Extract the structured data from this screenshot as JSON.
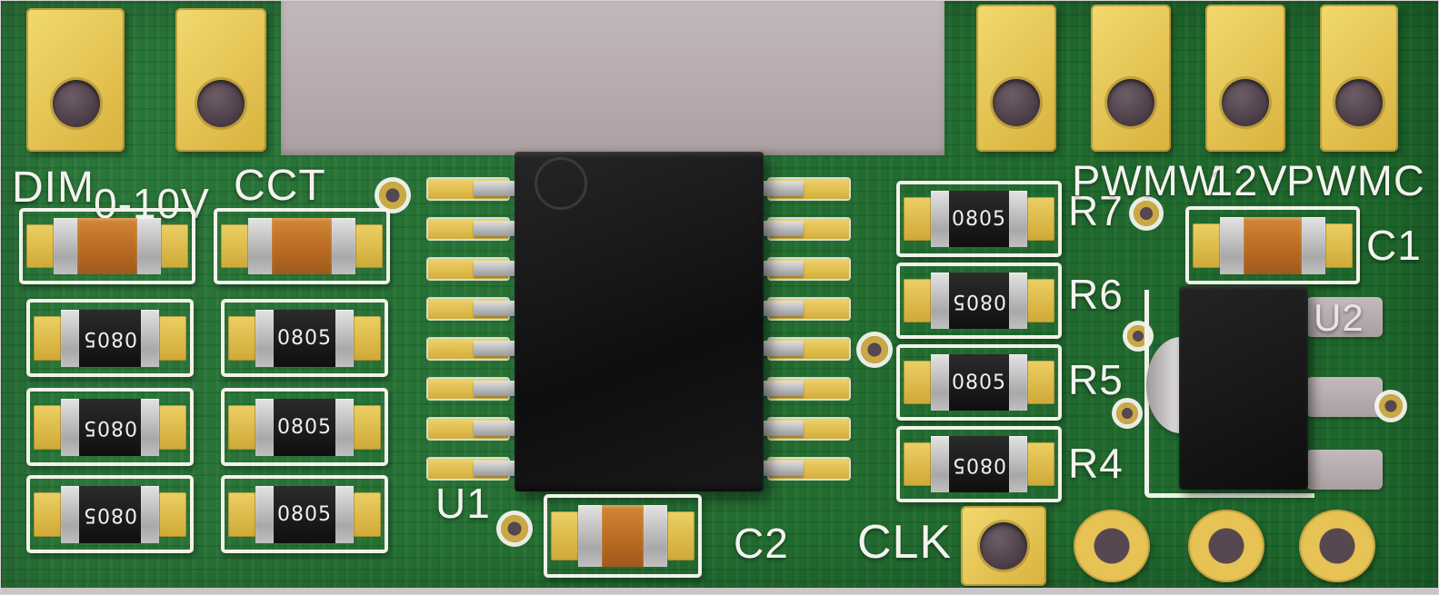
{
  "colors": {
    "background": "#b8aeb0",
    "board_green": "#1e6f2e",
    "pad_gold": "#e7c355",
    "silkscreen_white": "#f2f1ea",
    "component_black": "#141414",
    "capacitor_orange": "#bf7228",
    "terminal_silver": "#c6c6c6",
    "hole_dark": "#564750"
  },
  "labels": {
    "dim": "DIM",
    "zero_ten_v": "0-10V",
    "cct": "CCT",
    "u1": "U1",
    "c2": "C2",
    "clk": "CLK",
    "r7": "R7",
    "r6": "R6",
    "r5": "R5",
    "r4": "R4",
    "pwmw": "PWMW",
    "twelve_v": "12V",
    "pwmc": "PWMC",
    "c1": "C1",
    "u2": "U2"
  },
  "marking": "0805"
}
